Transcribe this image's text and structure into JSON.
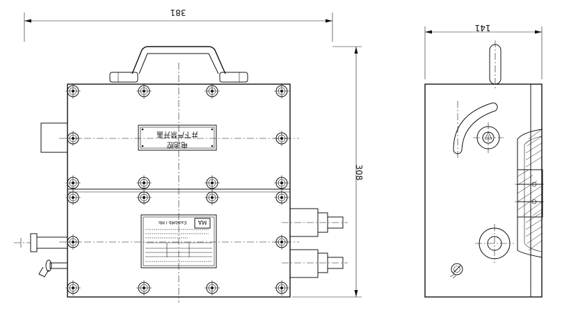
{
  "drawing": {
    "front_view": {
      "width_dimension": "381",
      "height_dimension": "308",
      "upper_nameplate": {
        "line1": "电池腔",
        "line2": "井下严禁开盖"
      },
      "lower_nameplate": {
        "line1": "ExdibMb I Mb",
        "mark": "MA"
      }
    },
    "side_view": {
      "width_dimension": "141"
    }
  }
}
